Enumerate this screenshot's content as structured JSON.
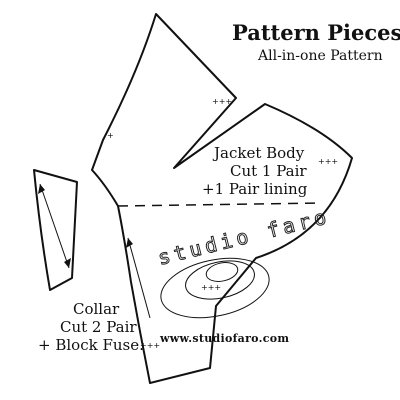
{
  "title": "Pattern Pieces",
  "subtitle": "All-in-one Pattern",
  "jacket_body": {
    "line1": "Jacket Body",
    "line2": "Cut 1 Pair",
    "line3": "+1 Pair lining"
  },
  "collar": {
    "line1": "Collar",
    "line2": "Cut 2 Pair",
    "line3": "+ Block Fuse."
  },
  "watermark": "studio faro",
  "website": "www.studiofaro.com",
  "notch_mark": "+++"
}
